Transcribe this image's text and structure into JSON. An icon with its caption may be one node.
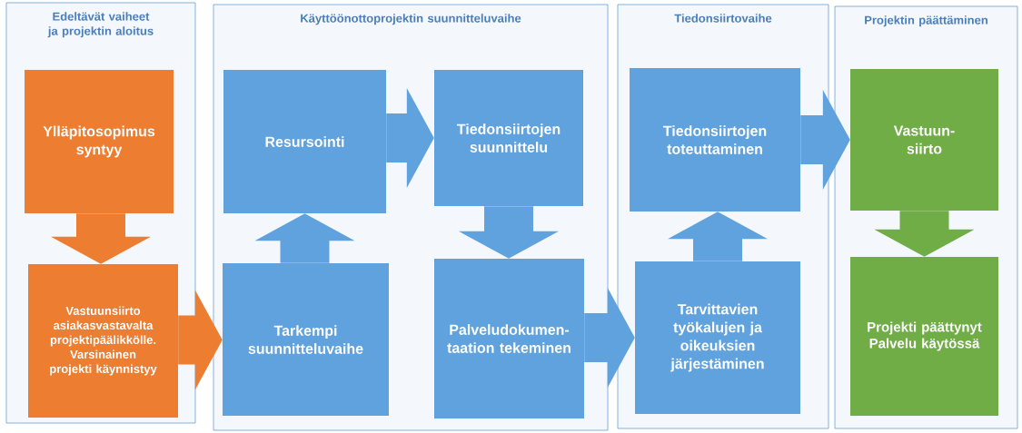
{
  "diagram": {
    "nodes": [
      {
        "text": [
          "Edeltävät vaiheet ja projektin aloitus"
        ]
      },
      {
        "text": [
          "Ylläpitosopimus syntyy"
        ],
        "in": 0
      },
      {
        "text": [
          "Vastuunsiirto asiakasvastavalta projektipäälikkölle. Varsinainen projekti käynnistyy"
        ],
        "in": 0
      },
      {
        "text": [
          "Käyttöönottoprojektin suunnitteluvaihe"
        ]
      },
      {
        "text": [
          "Resursointi"
        ],
        "in": 3
      },
      {
        "text": [
          "Tiedonsiirtojen suunnittelu"
        ],
        "in": 3
      },
      {
        "text": [
          "Tarkempi suunnitteluvaihe"
        ],
        "in": 3
      },
      {
        "text": [
          "Palveludokumen- taation tekeminen"
        ],
        "in": 3
      },
      {
        "text": [
          "Tiedonsiirtovaihe"
        ]
      },
      {
        "text": [
          "Tiedonsiirtojen toteuttaminen"
        ],
        "in": 8
      },
      {
        "text": [
          "Tarvittavien työkalujen ja oikeuksien järjestäminen"
        ],
        "in": 8
      },
      {
        "text": [
          "Projektin päättäminen"
        ]
      },
      {
        "text": [
          "Vastuun- siirto"
        ],
        "in": 11
      },
      {
        "text": [
          "Projekti päättynyt Palvelu käytössä"
        ],
        "in": 11
      }
    ],
    "edges": [
      {
        "from": 1,
        "to": 2,
        "arrow": "to",
        "color": "#ed7d31"
      },
      {
        "from": 2,
        "to": 6,
        "arrow": "to",
        "color": "#ed7d31"
      },
      {
        "from": 6,
        "to": 4,
        "arrow": "to"
      },
      {
        "from": 4,
        "to": 5,
        "arrow": "to"
      },
      {
        "from": 5,
        "to": 7,
        "arrow": "to"
      },
      {
        "from": 7,
        "to": 10,
        "arrow": "to"
      },
      {
        "from": 10,
        "to": 9,
        "arrow": "to"
      },
      {
        "from": 9,
        "to": 12,
        "arrow": "to"
      },
      {
        "from": 12,
        "to": 13,
        "arrow": "to",
        "color": "#70ad47"
      }
    ]
  }
}
